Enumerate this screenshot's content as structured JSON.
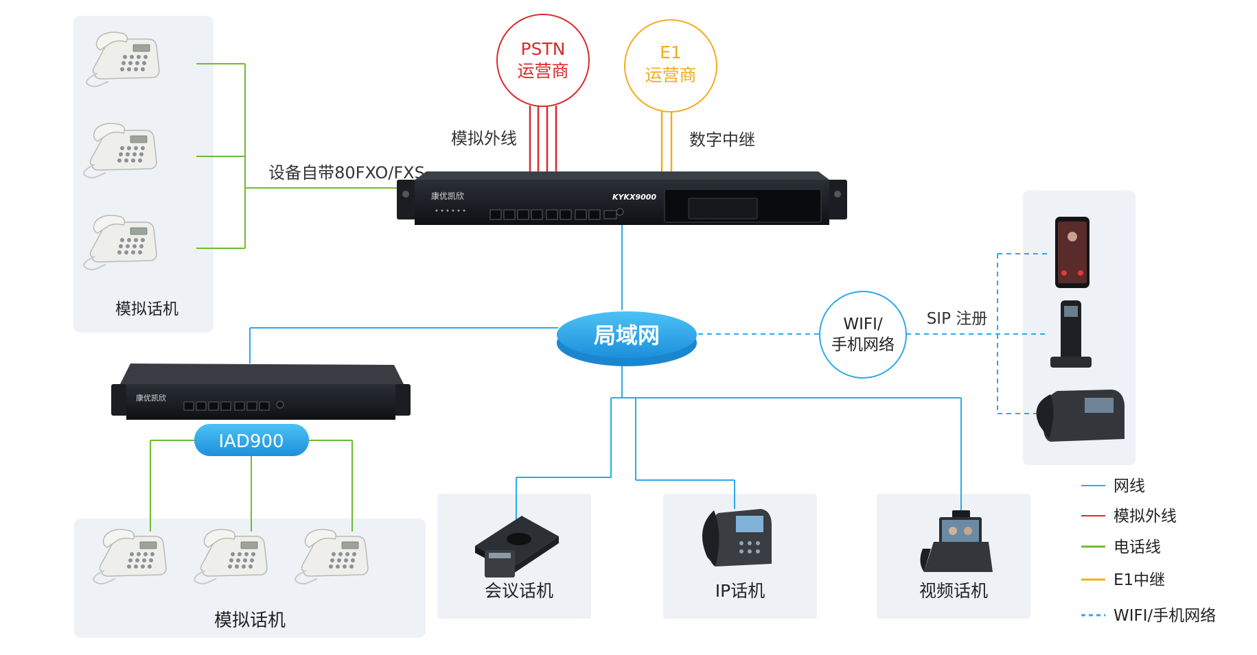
{
  "colors": {
    "network": "#29a9ec",
    "analog_line": "#d9282b",
    "phone_line": "#6dbb2e",
    "e1_trunk": "#f2ac1b",
    "wifi": "#29a9ec",
    "panel": "#eef1f6",
    "lan_bubble": "#2aa8e8"
  },
  "carriers": {
    "pstn": {
      "line1": "PSTN",
      "line2": "运营商"
    },
    "e1": {
      "line1": "E1",
      "line2": "运营商"
    }
  },
  "labels": {
    "analog_outside_line": "模拟外线",
    "digital_trunk": "数字中继",
    "builtin_ports": "设备自带80FXO/FXS",
    "lan": "局域网",
    "wifi_line1": "WIFI/",
    "wifi_line2": "手机网络",
    "sip_register": "SIP 注册",
    "iad": "IAD900"
  },
  "devices": {
    "main_gateway": {
      "brand": "康优凯欣",
      "model": "KYKX9000"
    },
    "iad_gateway": {
      "brand": "康优凯欣"
    }
  },
  "panels": {
    "analog_phones_top": "模拟话机",
    "analog_phones_bottom": "模拟话机",
    "conference_phone": "会议话机",
    "ip_phone": "IP话机",
    "video_phone": "视频话机"
  },
  "legend": [
    {
      "label": "网线",
      "color": "#29a9ec",
      "style": "solid"
    },
    {
      "label": "模拟外线",
      "color": "#d9282b",
      "style": "solid"
    },
    {
      "label": "电话线",
      "color": "#6dbb2e",
      "style": "solid"
    },
    {
      "label": "E1中继",
      "color": "#f2ac1b",
      "style": "solid"
    },
    {
      "label": "WIFI/手机网络",
      "color": "#29a9ec",
      "style": "dashed"
    }
  ]
}
